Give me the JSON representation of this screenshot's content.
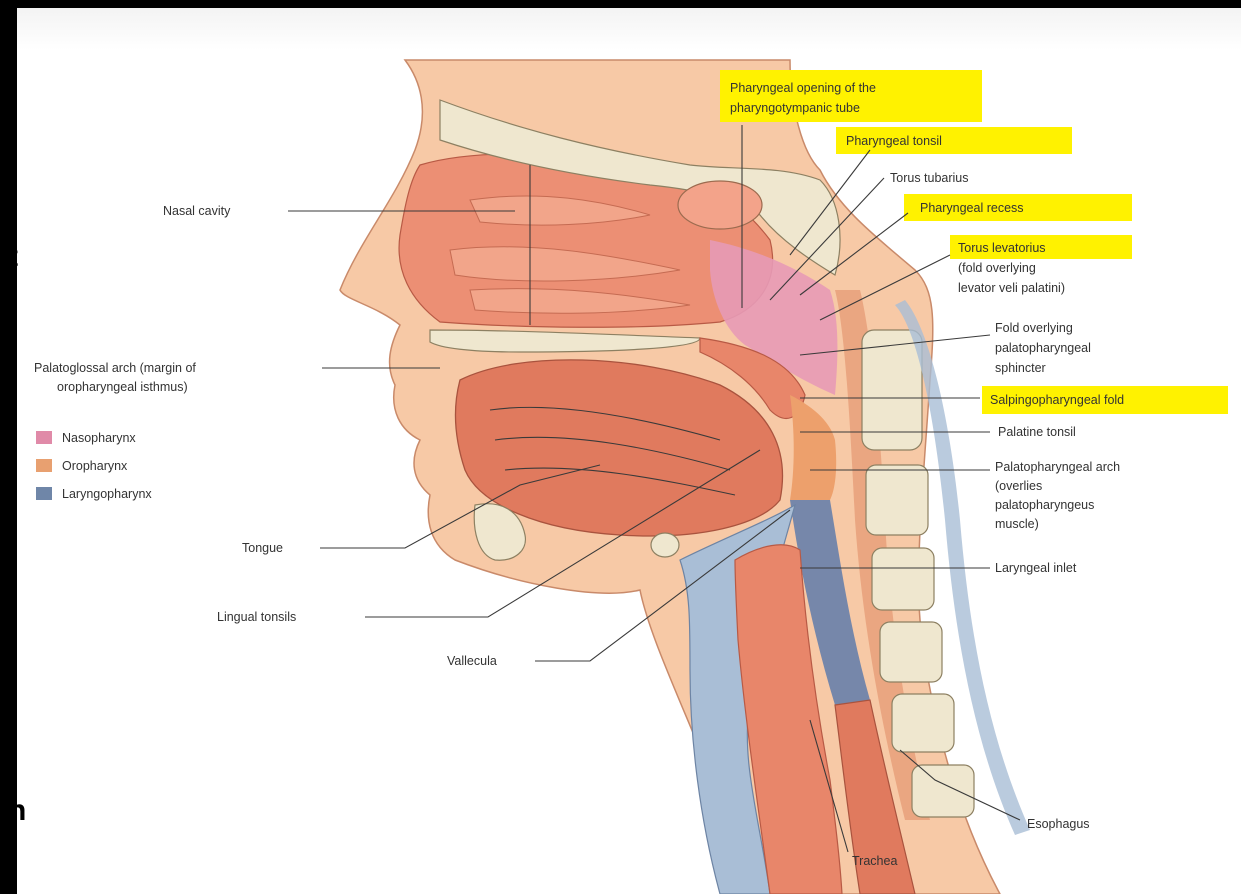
{
  "labels": {
    "nasal_cavity": "Nasal cavity",
    "palatoglossal_1": "Palatoglossal arch (margin of",
    "palatoglossal_2": "oropharyngeal isthmus)",
    "tongue": "Tongue",
    "lingual_tonsils": "Lingual tonsils",
    "vallecula": "Vallecula",
    "trachea": "Trachea",
    "esophagus": "Esophagus",
    "pharyngeal_opening_1": "Pharyngeal opening of the",
    "pharyngeal_opening_2": "pharyngotympanic tube",
    "pharyngeal_tonsil": "Pharyngeal tonsil",
    "torus_tubarius": "Torus tubarius",
    "pharyngeal_recess": "Pharyngeal recess",
    "torus_levatorius": "Torus levatorius",
    "torus_levatorius_2": "(fold overlying",
    "torus_levatorius_3": "levator veli palatini)",
    "fold_overlying_1": "Fold overlying",
    "fold_overlying_2": "palatopharyngeal",
    "fold_overlying_3": "sphincter",
    "salpingopharyngeal_fold": "Salpingopharyngeal fold",
    "palatine_tonsil": "Palatine tonsil",
    "palatopharyngeal_1": "Palatopharyngeal arch",
    "palatopharyngeal_2": "(overlies",
    "palatopharyngeal_3": "palatopharyngeus",
    "palatopharyngeal_4": "muscle)",
    "laryngeal_inlet": "Laryngeal inlet"
  },
  "legend": [
    {
      "label": "Nasopharynx",
      "color": "#e08aa8"
    },
    {
      "label": "Oropharynx",
      "color": "#e8a070"
    },
    {
      "label": "Laryngopharynx",
      "color": "#6f86a8"
    }
  ],
  "edge_fragments": [
    "t",
    "n"
  ],
  "colors": {
    "highlight": "#fff200",
    "skin": "#f7c3a0",
    "tissue": "#e8866a",
    "bone": "#efe7cf",
    "cartilage": "#a9bed6"
  }
}
